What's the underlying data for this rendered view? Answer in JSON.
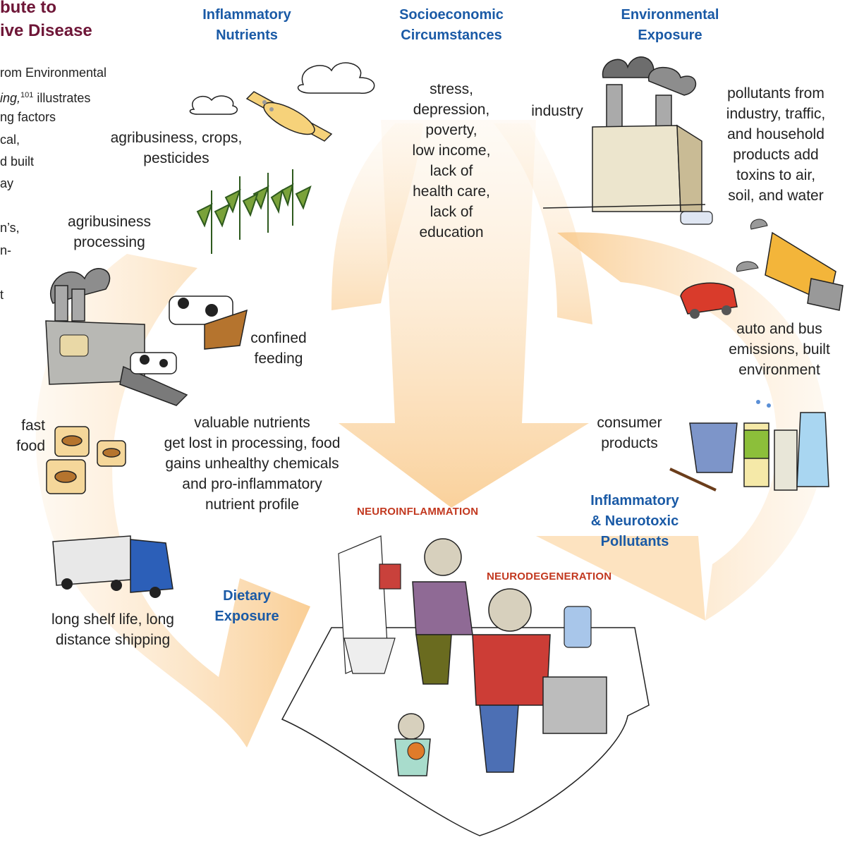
{
  "sidebar": {
    "title": "bute to\nive Disease",
    "lines": [
      "rom Environmental",
      "ing,",
      "illustrates",
      "ng factors",
      "cal,",
      "d built",
      "ay",
      "n’s,",
      "n-",
      "t"
    ],
    "superscript": "101"
  },
  "headings": {
    "inflammatory_nutrients": "Inflammatory\nNutrients",
    "socioeconomic": "Socioeconomic\nCircumstances",
    "environmental": "Environmental\nExposure",
    "pollutants": "Inflammatory\n& Neurotoxic\nPollutants",
    "dietary": "Dietary\nExposure"
  },
  "labels": {
    "agribusiness_crops": "agribusiness, crops,\npesticides",
    "agribusiness_processing": "agribusiness\nprocessing",
    "confined_feeding": "confined\nfeeding",
    "fast_food": "fast\nfood",
    "valuable_nutrients": "valuable nutrients\nget lost in processing, food\ngains unhealthy chemicals\nand pro-inflammatory\nnutrient profile",
    "shelf_life": "long shelf life, long\ndistance shipping",
    "socio_list": "stress,\ndepression,\npoverty,\nlow income,\nlack of\nhealth care,\nlack of\neducation",
    "industry": "industry",
    "pollutants_from": "pollutants from\nindustry, traffic,\nand household\nproducts add\ntoxins to air,\nsoil, and water",
    "auto_bus": "auto and bus\nemissions, built\nenvironment",
    "consumer_products": "consumer\nproducts",
    "neuroinflammation": "NEUROINFLAMMATION",
    "neurodegeneration": "NEURODEGENERATION"
  },
  "colors": {
    "heading_blue": "#1a5aa6",
    "title_maroon": "#6e1637",
    "outcome_red": "#c2381f",
    "arrow_peach": "#f9c98a"
  }
}
